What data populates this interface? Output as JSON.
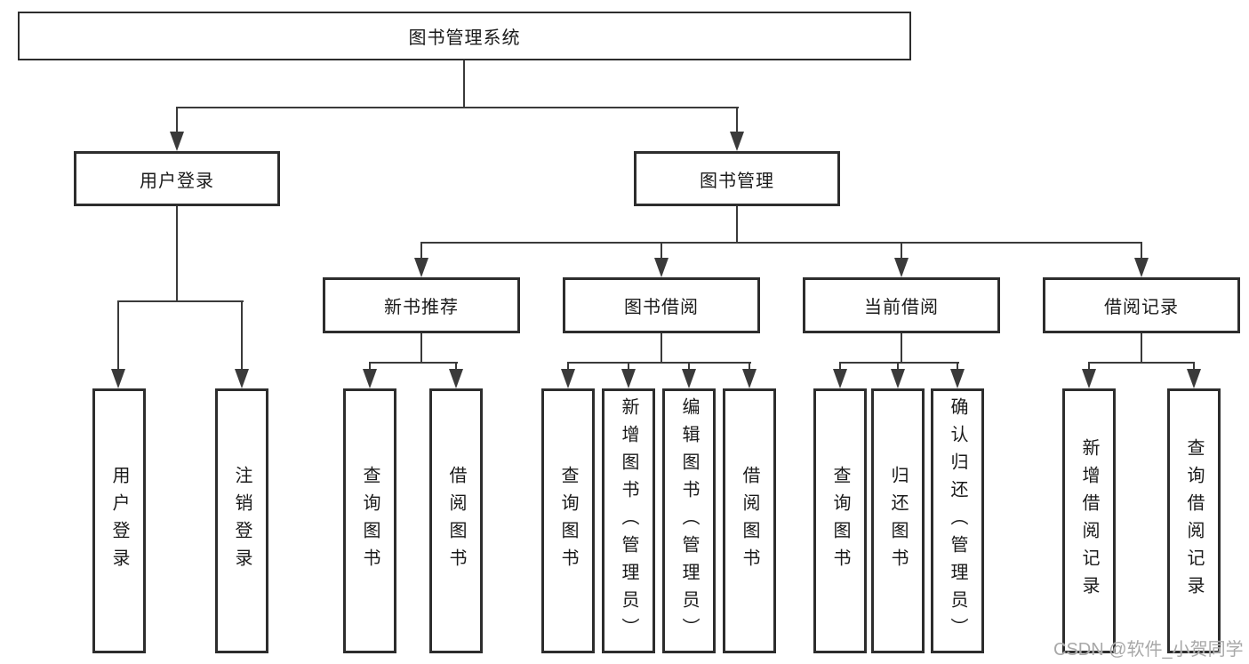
{
  "diagram": {
    "root": {
      "label": "图书管理系统"
    },
    "branches": {
      "user_login": {
        "label": "用户登录",
        "children": [
          "用户登录",
          "注销登录"
        ]
      },
      "book_management": {
        "label": "图书管理",
        "sections": {
          "new_book_recommendation": {
            "label": "新书推荐",
            "children": [
              "查询图书",
              "借阅图书"
            ]
          },
          "book_borrowing": {
            "label": "图书借阅",
            "children": [
              "查询图书",
              "新增图书（管理员）",
              "编辑图书（管理员）",
              "借阅图书"
            ]
          },
          "current_borrowing": {
            "label": "当前借阅",
            "children": [
              "查询图书",
              "归还图书",
              "确认归还（管理员）"
            ]
          },
          "borrowing_records": {
            "label": "借阅记录",
            "children": [
              "新增借阅记录",
              "查询借阅记录"
            ]
          }
        }
      }
    }
  },
  "watermark": {
    "text": "CSDN @软件_小贺同学"
  },
  "colors": {
    "line": "#3a3a3a",
    "box_border": "#2d2d2d",
    "text": "#1a1a1a",
    "background": "#ffffff",
    "watermark": "#a8a8a8"
  }
}
